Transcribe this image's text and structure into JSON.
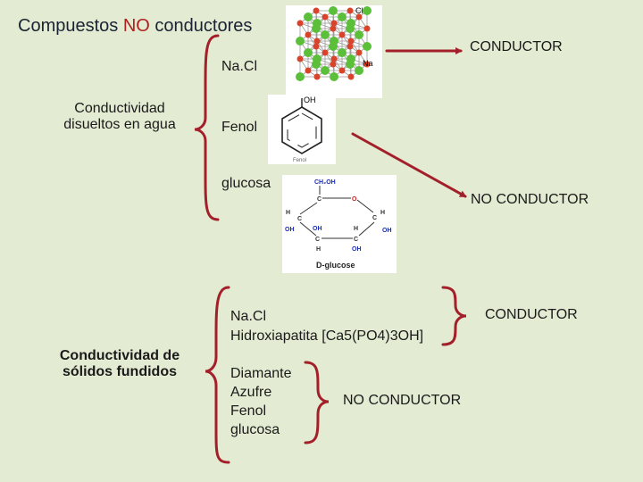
{
  "title": {
    "part1": "Compuestos ",
    "highlight": "NO",
    "part2": " conductores"
  },
  "section1": {
    "category_line1": "Conductividad",
    "category_line2": "disueltos en agua",
    "items": [
      "Na.Cl",
      "Fenol",
      "glucosa"
    ],
    "result_conductor": "CONDUCTOR",
    "result_no_conductor": "NO CONDUCTOR"
  },
  "section2": {
    "category_line1": "Conductividad de",
    "category_line2": "sólidos fundidos",
    "group_conductor_items": [
      "Na.Cl",
      "Hidroxiapatita [Ca5(PO4)3OH]"
    ],
    "group_no_conductor_items": [
      "Diamante",
      "Azufre",
      "Fenol",
      "glucosa"
    ],
    "result_conductor": "CONDUCTOR",
    "result_no_conductor": "NO CONDUCTOR"
  },
  "images": {
    "nacl": {
      "label_cl": "Cl",
      "label_na": "Na"
    },
    "phenol": {
      "label_oh": "OH",
      "caption": "Fenol"
    },
    "glucose": {
      "label_ch2oh": "CH₂OH",
      "label_o": "O",
      "label_h": "H",
      "label_oh": "OH",
      "label_c": "C",
      "caption": "D-glucose"
    }
  },
  "colors": {
    "background": "#e3ebd2",
    "arrow": "#a3202a",
    "bracket": "#a3202a",
    "highlight": "#b01e1e"
  }
}
